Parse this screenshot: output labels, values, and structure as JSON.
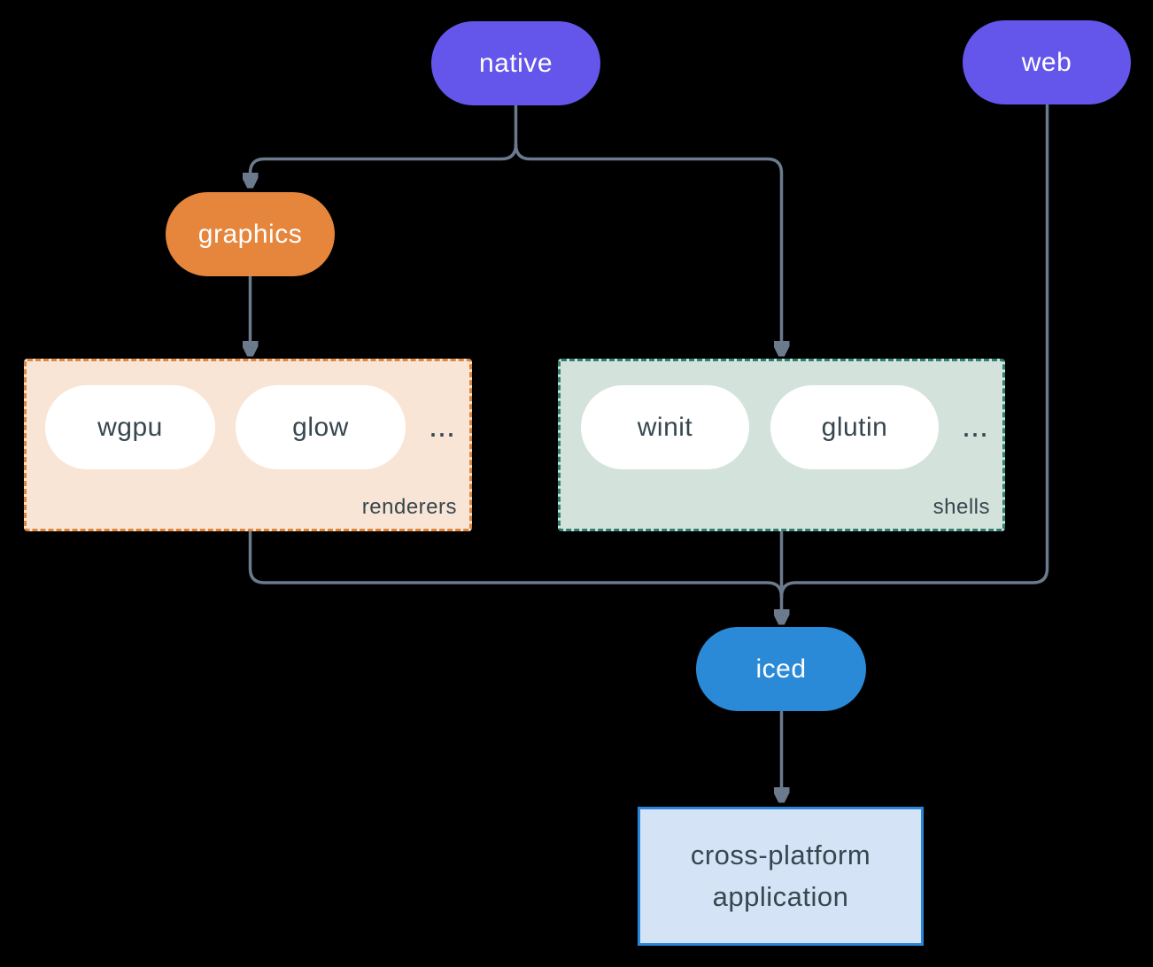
{
  "colors": {
    "background": "#000000",
    "purple": "#6456eb",
    "orange": "#e6863c",
    "blue": "#2b8ad8",
    "line": "#6b7a8c",
    "pill-text-dark": "#37474f",
    "renderers-fill": "#f9e5d5",
    "renderers-border": "#e0873f",
    "shells-fill": "#d4e2dc",
    "shells-border": "#2e8070",
    "app-fill": "#d4e4f6",
    "app-border": "#2b85d8"
  },
  "nodes": {
    "native": "native",
    "web": "web",
    "graphics": "graphics",
    "iced": "iced"
  },
  "groups": {
    "renderers": {
      "label": "renderers",
      "items": [
        "wgpu",
        "glow"
      ],
      "ellipsis": "..."
    },
    "shells": {
      "label": "shells",
      "items": [
        "winit",
        "glutin"
      ],
      "ellipsis": "..."
    }
  },
  "app_box": {
    "line1": "cross-platform",
    "line2": "application"
  }
}
